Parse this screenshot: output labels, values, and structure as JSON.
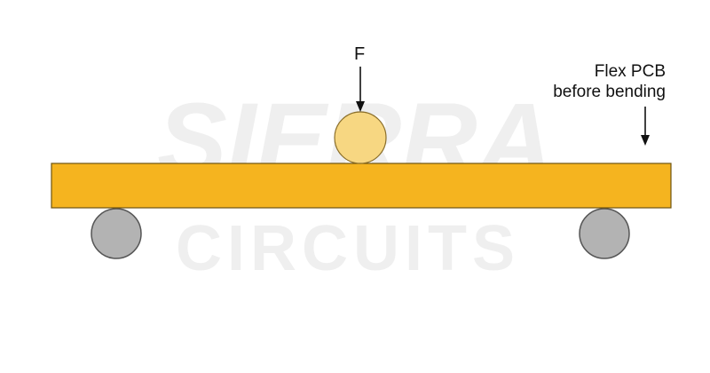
{
  "force_label": "F",
  "pcb_label_line1": "Flex PCB",
  "pcb_label_line2": "before bending",
  "watermark_line1": "SIERRA",
  "watermark_line2": "CIRCUITS",
  "colors": {
    "pcb_fill": "#f5b41f",
    "pcb_stroke": "#7a5a10",
    "load_roller": "#f7d883",
    "support_roller": "#b5b5b5",
    "support_stroke": "#555555",
    "arrow": "#111111",
    "watermark": "#eeeeee"
  }
}
